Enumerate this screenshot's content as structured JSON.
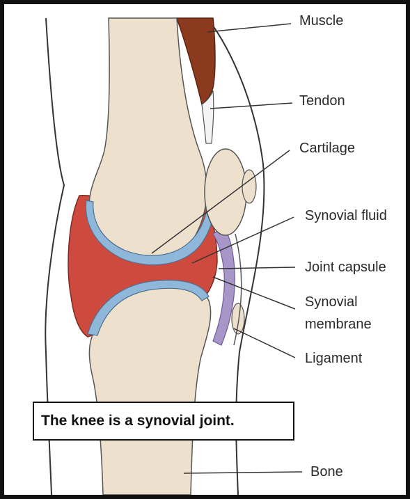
{
  "labels": {
    "muscle": "Muscle",
    "tendon": "Tendon",
    "cartilage": "Cartilage",
    "synovial_fluid": "Synovial fluid",
    "joint_capsule": "Joint capsule",
    "synovial_membrane_line1": "Synovial",
    "synovial_membrane_line2": "membrane",
    "ligament": "Ligament",
    "bone": "Bone"
  },
  "caption": "The knee is a synovial joint.",
  "colors": {
    "bone": "#ede1cd",
    "muscle": "#8b3a1e",
    "cartilage": "#8fb7d9",
    "synovial_fluid": "#cf4a3e",
    "joint_capsule": "#a896c8",
    "page_background": "#ffffff",
    "frame": "#111111"
  }
}
